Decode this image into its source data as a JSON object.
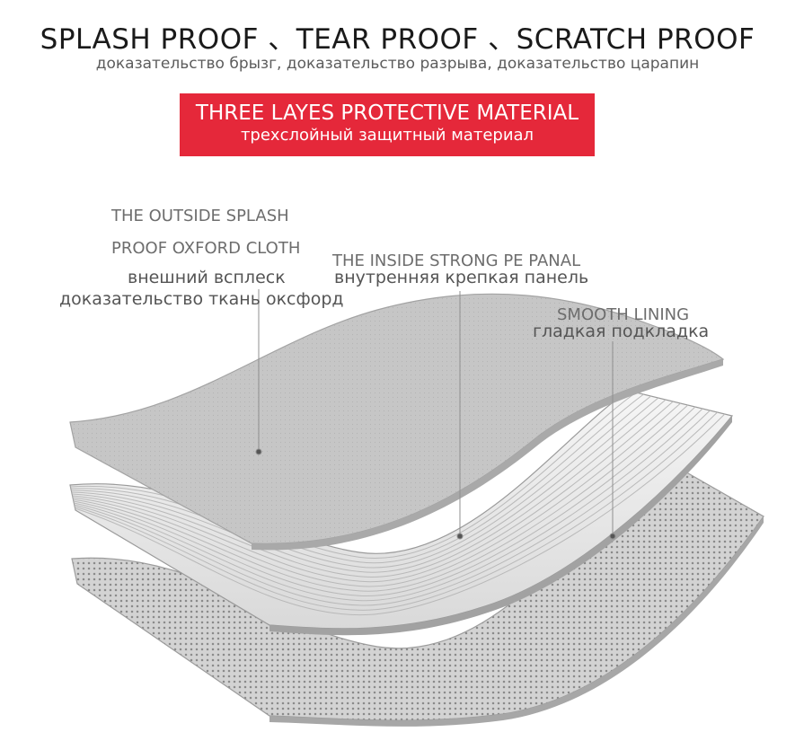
{
  "header": {
    "title": "SPLASH PROOF 、TEAR PROOF 、SCRATCH PROOF",
    "subtitle": "доказательство брызг, доказательство разрыва, доказательство царапин"
  },
  "banner": {
    "title": "THREE LAYES PROTECTIVE MATERIAL",
    "subtitle": "трехслойный защитный материал",
    "color": "#e5283a"
  },
  "layers": {
    "outer": {
      "label_line1": "THE OUTSIDE SPLASH",
      "label_line2": "PROOF OXFORD CLOTH",
      "label_ru_line1": "внешний всплеск",
      "label_ru_line2": "доказательство ткань оксфорд"
    },
    "middle": {
      "label": "THE INSIDE STRONG PE PANAL",
      "label_ru": "внутренняя крепкая панель"
    },
    "inner": {
      "label": "SMOOTH LINING",
      "label_ru": "гладкая подкладка"
    }
  },
  "colors": {
    "outer_fill": "#c6c6c6",
    "stripe_light": "#f1f1f1",
    "stripe_dark": "#b9b9b9",
    "dots_bg": "#d3d3d3",
    "dots": "#8a8a8a"
  }
}
